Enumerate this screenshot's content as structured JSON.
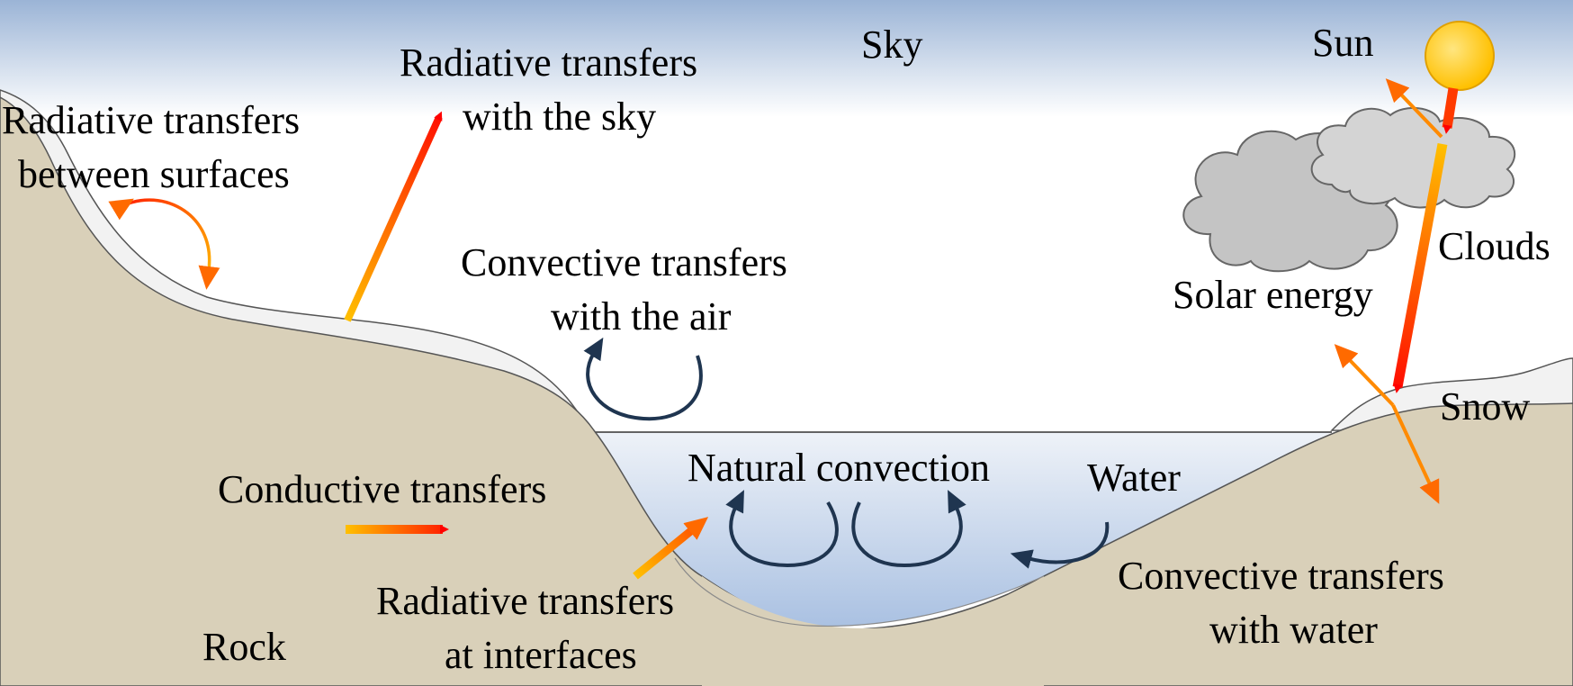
{
  "labels": {
    "sky": "Sky",
    "sun": "Sun",
    "clouds": "Clouds",
    "solar_energy": "Solar energy",
    "snow": "Snow",
    "water": "Water",
    "rock": "Rock",
    "natural_convection": "Natural convection",
    "conductive_transfers": "Conductive transfers",
    "radiative_between": [
      "Radiative transfers",
      "between surfaces"
    ],
    "radiative_sky": [
      "Radiative transfers",
      "with the sky"
    ],
    "convective_air": [
      "Convective transfers",
      "with the air"
    ],
    "radiative_interfaces": [
      "Radiative transfers",
      "at interfaces"
    ],
    "convective_water": [
      "Convective transfers",
      "with water"
    ]
  },
  "colors": {
    "sky_top": "#9bb4d6",
    "ground": "#d9d0b9",
    "snow": "#f2f2f2",
    "water_top": "#eef2f8",
    "water_bottom": "#aac1e2",
    "cloud": "#c4c4c4",
    "sun": "#ffc000",
    "arrow_hot": "#ff0000",
    "arrow_warm": "#ffc000",
    "convection_arrow": "#1f3550"
  }
}
